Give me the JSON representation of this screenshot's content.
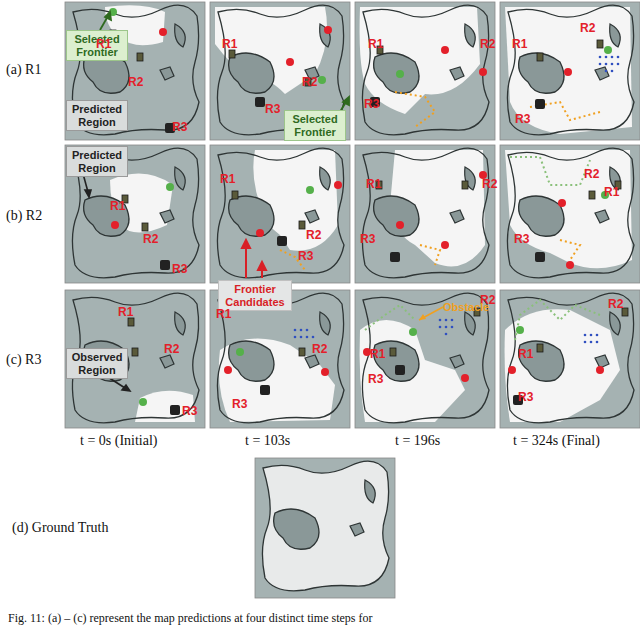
{
  "diagram": {
    "caption": "Fig. 11: (a) – (c) represent the map predictions at four distinct time steps for",
    "nodes": [
      {
        "text": [
          "Selected Frontier"
        ]
      },
      {
        "text": [
          "Predicted Region"
        ]
      },
      {
        "text": [
          "Selected Frontier"
        ]
      },
      {
        "text": [
          "Predicted Region"
        ]
      },
      {
        "text": [
          "Frontier Candidates"
        ]
      },
      {
        "text": [
          "Observed Region"
        ]
      }
    ],
    "edges": [],
    "labels": [
      "(a) R1",
      "(b) R2",
      "(c) R3",
      "R1",
      "R2",
      "R3",
      "R1",
      "R2",
      "R3",
      "R1",
      "R2",
      "R3",
      "R1",
      "R2",
      "R3",
      "R1",
      "R2",
      "R3",
      "R1",
      "R2",
      "R3",
      "R1",
      "R2",
      "R3",
      "R2",
      "R1",
      "R3",
      "R1",
      "R2",
      "R3",
      "R1",
      "R2",
      "R3",
      "R2",
      "Obstacle",
      "R1",
      "R3",
      "R2",
      "R1",
      "R3",
      "t = 0s (Initial)",
      "t = 103s",
      "t = 196s",
      "t = 324s (Final)",
      "(d) Ground Truth"
    ]
  }
}
